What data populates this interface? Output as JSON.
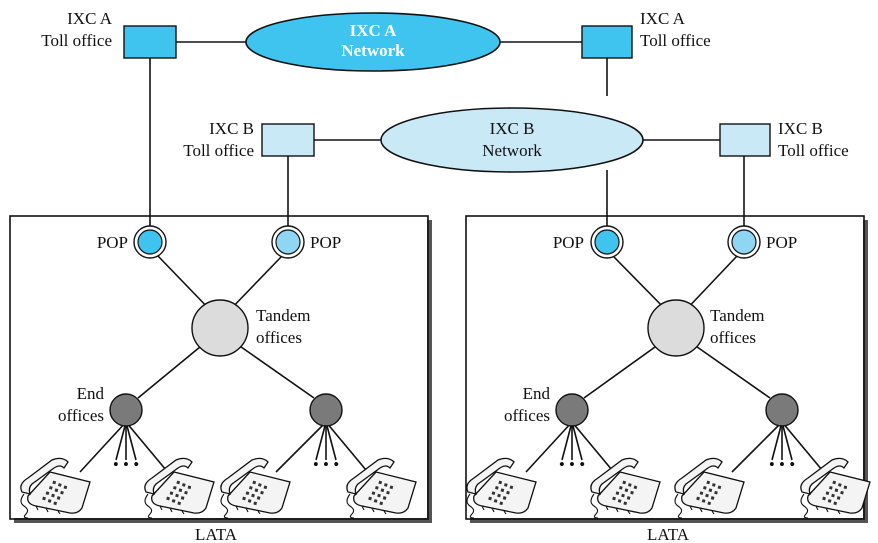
{
  "colors": {
    "ixc_a_fill": "#3ec4ef",
    "ixc_b_fill": "#c9e9f7",
    "ixc_a_text": "#ffffff",
    "ixc_b_text": "#111111",
    "tandem_fill": "#dcdcdc",
    "end_office_fill": "#7a7a7a",
    "pop_a_fill": "#3ec4ef",
    "pop_b_fill": "#8fd6f4"
  },
  "networks": {
    "ixc_a": {
      "line1": "IXC A",
      "line2": "Network"
    },
    "ixc_b": {
      "line1": "IXC B",
      "line2": "Network"
    }
  },
  "toll_offices": {
    "a_left": {
      "line1": "IXC A",
      "line2": "Toll office"
    },
    "a_right": {
      "line1": "IXC A",
      "line2": "Toll office"
    },
    "b_left": {
      "line1": "IXC B",
      "line2": "Toll office"
    },
    "b_right": {
      "line1": "IXC B",
      "line2": "Toll office"
    }
  },
  "latas": [
    {
      "label": "LATA",
      "pop_a_label": "POP",
      "pop_b_label": "POP",
      "tandem_line1": "Tandem",
      "tandem_line2": "offices",
      "end_line1": "End",
      "end_line2": "offices",
      "ellipsis": "• • •"
    },
    {
      "label": "LATA",
      "pop_a_label": "POP",
      "pop_b_label": "POP",
      "tandem_line1": "Tandem",
      "tandem_line2": "offices",
      "end_line1": "End",
      "end_line2": "offices",
      "ellipsis": "• • •"
    }
  ],
  "icons": {
    "telephone": "telephone-icon"
  }
}
